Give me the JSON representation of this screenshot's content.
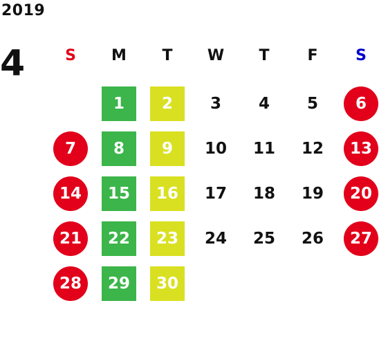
{
  "calendar": {
    "year": "2019",
    "month": "4",
    "weekdays": [
      {
        "label": "S",
        "color": "#e2001a"
      },
      {
        "label": "M",
        "color": "#111111"
      },
      {
        "label": "T",
        "color": "#111111"
      },
      {
        "label": "W",
        "color": "#111111"
      },
      {
        "label": "T",
        "color": "#111111"
      },
      {
        "label": "F",
        "color": "#111111"
      },
      {
        "label": "S",
        "color": "#0000cc"
      }
    ],
    "colors": {
      "holiday_red": "#e2001a",
      "highlight_green": "#3cb54a",
      "highlight_yellow": "#d9e021"
    },
    "weeks": [
      [
        null,
        {
          "n": "1",
          "style": "green"
        },
        {
          "n": "2",
          "style": "yellow"
        },
        {
          "n": "3",
          "style": "plain"
        },
        {
          "n": "4",
          "style": "plain"
        },
        {
          "n": "5",
          "style": "plain"
        },
        {
          "n": "6",
          "style": "red"
        }
      ],
      [
        {
          "n": "7",
          "style": "red"
        },
        {
          "n": "8",
          "style": "green"
        },
        {
          "n": "9",
          "style": "yellow"
        },
        {
          "n": "10",
          "style": "plain"
        },
        {
          "n": "11",
          "style": "plain"
        },
        {
          "n": "12",
          "style": "plain"
        },
        {
          "n": "13",
          "style": "red"
        }
      ],
      [
        {
          "n": "14",
          "style": "red"
        },
        {
          "n": "15",
          "style": "green"
        },
        {
          "n": "16",
          "style": "yellow"
        },
        {
          "n": "17",
          "style": "plain"
        },
        {
          "n": "18",
          "style": "plain"
        },
        {
          "n": "19",
          "style": "plain"
        },
        {
          "n": "20",
          "style": "red"
        }
      ],
      [
        {
          "n": "21",
          "style": "red"
        },
        {
          "n": "22",
          "style": "green"
        },
        {
          "n": "23",
          "style": "yellow"
        },
        {
          "n": "24",
          "style": "plain"
        },
        {
          "n": "25",
          "style": "plain"
        },
        {
          "n": "26",
          "style": "plain"
        },
        {
          "n": "27",
          "style": "red"
        }
      ],
      [
        {
          "n": "28",
          "style": "red"
        },
        {
          "n": "29",
          "style": "green"
        },
        {
          "n": "30",
          "style": "yellow"
        },
        null,
        null,
        null,
        null
      ]
    ]
  }
}
